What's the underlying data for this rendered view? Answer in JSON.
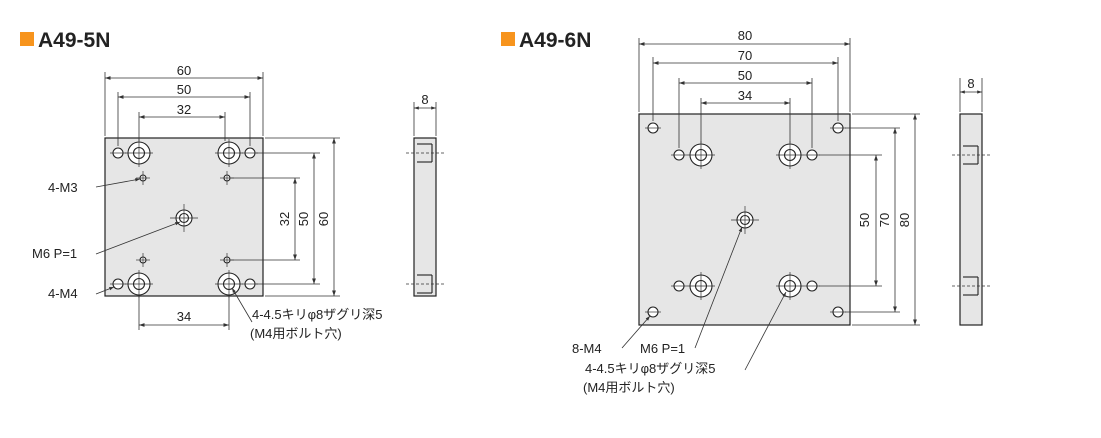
{
  "colors": {
    "accent": "#f7941d",
    "plate": "#e6e6e6",
    "line": "#222222"
  },
  "left": {
    "title": "A49-5N",
    "dims": {
      "w60": "60",
      "w50": "50",
      "w32": "32",
      "w34": "34",
      "h32": "32",
      "h50": "50",
      "h60": "60",
      "t8": "8"
    },
    "callouts": {
      "m3": "4-M3",
      "m6": "M6 P=1",
      "m4": "4-M4",
      "cb1": "4-4.5キリφ8ザグリ深5",
      "cb2": "(M4用ボルト穴)"
    }
  },
  "right": {
    "title": "A49-6N",
    "dims": {
      "w80": "80",
      "w70": "70",
      "w50": "50",
      "w34": "34",
      "h50": "50",
      "h70": "70",
      "h80": "80",
      "t8": "8"
    },
    "callouts": {
      "m4": "8-M4",
      "m6": "M6 P=1",
      "cb1": "4-4.5キリφ8ザグリ深5",
      "cb2": "(M4用ボルト穴)"
    }
  }
}
